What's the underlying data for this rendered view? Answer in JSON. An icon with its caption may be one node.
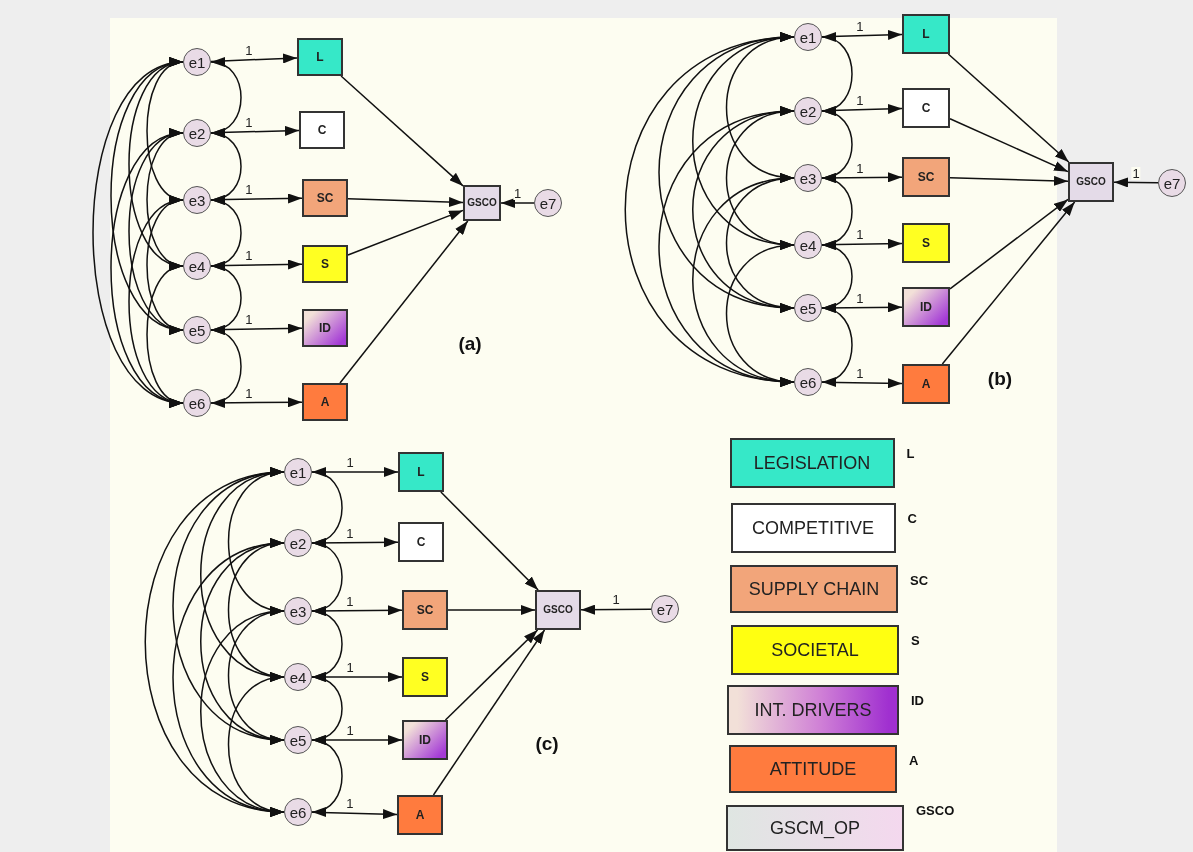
{
  "diagram": {
    "nodes": [
      {
        "text": [
          "e1"
        ]
      },
      {
        "text": [
          "e2"
        ]
      },
      {
        "text": [
          "e3"
        ]
      },
      {
        "text": [
          "e4"
        ]
      },
      {
        "text": [
          "e5"
        ]
      },
      {
        "text": [
          "e6"
        ]
      },
      {
        "text": [
          "L"
        ]
      },
      {
        "text": [
          "C"
        ]
      },
      {
        "text": [
          "SC"
        ]
      },
      {
        "text": [
          "S"
        ]
      },
      {
        "text": [
          "ID"
        ]
      },
      {
        "text": [
          "A"
        ]
      },
      {
        "text": [
          "GSCO"
        ]
      },
      {
        "text": [
          "e7"
        ]
      },
      {
        "text": [
          "e1"
        ]
      },
      {
        "text": [
          "e2"
        ]
      },
      {
        "text": [
          "e3"
        ]
      },
      {
        "text": [
          "e4"
        ]
      },
      {
        "text": [
          "e5"
        ]
      },
      {
        "text": [
          "e6"
        ]
      },
      {
        "text": [
          "L"
        ]
      },
      {
        "text": [
          "C"
        ]
      },
      {
        "text": [
          "SC"
        ]
      },
      {
        "text": [
          "S"
        ]
      },
      {
        "text": [
          "ID"
        ]
      },
      {
        "text": [
          "A"
        ]
      },
      {
        "text": [
          "GSCO"
        ]
      },
      {
        "text": [
          "e7"
        ]
      },
      {
        "text": [
          "e1"
        ]
      },
      {
        "text": [
          "e2"
        ]
      },
      {
        "text": [
          "e3"
        ]
      },
      {
        "text": [
          "e4"
        ]
      },
      {
        "text": [
          "e5"
        ]
      },
      {
        "text": [
          "e6"
        ]
      },
      {
        "text": [
          "L"
        ]
      },
      {
        "text": [
          "C"
        ]
      },
      {
        "text": [
          "SC"
        ]
      },
      {
        "text": [
          "S"
        ]
      },
      {
        "text": [
          "ID"
        ]
      },
      {
        "text": [
          "A"
        ]
      },
      {
        "text": [
          "GSCO"
        ]
      },
      {
        "text": [
          "e7"
        ]
      },
      {
        "text": [
          "LEGISLATION"
        ],
        "beside": [
          "L"
        ]
      },
      {
        "text": [
          "COMPETITIVE"
        ],
        "beside": [
          "C"
        ]
      },
      {
        "text": [
          "SUPPLY CHAIN"
        ],
        "beside": [
          "SC"
        ]
      },
      {
        "text": [
          "SOCIETAL"
        ],
        "beside": [
          "S"
        ]
      },
      {
        "text": [
          "INT. DRIVERS"
        ],
        "beside": [
          "ID"
        ]
      },
      {
        "text": [
          "ATTITUDE"
        ],
        "beside": [
          "A"
        ]
      },
      {
        "text": [
          "GSCM_OP"
        ],
        "beside": [
          "GSCO"
        ]
      }
    ],
    "edges": [
      {
        "from": 0,
        "to": 6,
        "arrow": "to",
        "label": "1"
      },
      {
        "from": 1,
        "to": 7,
        "arrow": "to",
        "label": "1"
      },
      {
        "from": 2,
        "to": 8,
        "arrow": "to",
        "label": "1"
      },
      {
        "from": 3,
        "to": 9,
        "arrow": "to",
        "label": "1"
      },
      {
        "from": 4,
        "to": 10,
        "arrow": "to",
        "label": "1"
      },
      {
        "from": 5,
        "to": 11,
        "arrow": "to",
        "label": "1"
      },
      {
        "from": 6,
        "to": 12,
        "arrow": "to"
      },
      {
        "from": 8,
        "to": 12,
        "arrow": "to"
      },
      {
        "from": 9,
        "to": 12,
        "arrow": "to"
      },
      {
        "from": 11,
        "to": 12,
        "arrow": "to"
      },
      {
        "from": 13,
        "to": 12,
        "arrow": "to",
        "label": "1"
      },
      {
        "from": 0,
        "to": 1,
        "arrow": "both"
      },
      {
        "from": 1,
        "to": 2,
        "arrow": "both"
      },
      {
        "from": 2,
        "to": 3,
        "arrow": "both"
      },
      {
        "from": 3,
        "to": 4,
        "arrow": "both"
      },
      {
        "from": 4,
        "to": 5,
        "arrow": "both"
      },
      {
        "from": 0,
        "to": 2,
        "arrow": "both"
      },
      {
        "from": 0,
        "to": 3,
        "arrow": "both"
      },
      {
        "from": 0,
        "to": 4,
        "arrow": "both"
      },
      {
        "from": 0,
        "to": 5,
        "arrow": "both"
      },
      {
        "from": 1,
        "to": 3,
        "arrow": "both"
      },
      {
        "from": 1,
        "to": 4,
        "arrow": "both"
      },
      {
        "from": 1,
        "to": 5,
        "arrow": "both"
      },
      {
        "from": 2,
        "to": 4,
        "arrow": "both"
      },
      {
        "from": 2,
        "to": 5,
        "arrow": "both"
      },
      {
        "from": 3,
        "to": 5,
        "arrow": "both"
      },
      {
        "from": 14,
        "to": 20,
        "arrow": "to",
        "label": "1"
      },
      {
        "from": 15,
        "to": 21,
        "arrow": "to",
        "label": "1"
      },
      {
        "from": 16,
        "to": 22,
        "arrow": "to",
        "label": "1"
      },
      {
        "from": 17,
        "to": 23,
        "arrow": "to",
        "label": "1"
      },
      {
        "from": 18,
        "to": 24,
        "arrow": "to",
        "label": "1"
      },
      {
        "from": 19,
        "to": 25,
        "arrow": "to",
        "label": "1"
      },
      {
        "from": 20,
        "to": 26,
        "arrow": "to"
      },
      {
        "from": 21,
        "to": 26,
        "arrow": "to"
      },
      {
        "from": 22,
        "to": 26,
        "arrow": "to"
      },
      {
        "from": 24,
        "to": 26,
        "arrow": "to"
      },
      {
        "from": 25,
        "to": 26,
        "arrow": "to"
      },
      {
        "from": 27,
        "to": 26,
        "arrow": "to",
        "label": "1"
      },
      {
        "from": 14,
        "to": 15,
        "arrow": "both"
      },
      {
        "from": 15,
        "to": 16,
        "arrow": "both"
      },
      {
        "from": 16,
        "to": 17,
        "arrow": "both"
      },
      {
        "from": 17,
        "to": 18,
        "arrow": "both"
      },
      {
        "from": 18,
        "to": 19,
        "arrow": "both"
      },
      {
        "from": 14,
        "to": 16,
        "arrow": "both"
      },
      {
        "from": 14,
        "to": 17,
        "arrow": "both"
      },
      {
        "from": 14,
        "to": 18,
        "arrow": "both"
      },
      {
        "from": 14,
        "to": 19,
        "arrow": "both"
      },
      {
        "from": 15,
        "to": 17,
        "arrow": "both"
      },
      {
        "from": 15,
        "to": 18,
        "arrow": "both"
      },
      {
        "from": 15,
        "to": 19,
        "arrow": "both"
      },
      {
        "from": 16,
        "to": 18,
        "arrow": "both"
      },
      {
        "from": 16,
        "to": 19,
        "arrow": "both"
      },
      {
        "from": 17,
        "to": 19,
        "arrow": "both"
      },
      {
        "from": 28,
        "to": 34,
        "arrow": "to",
        "label": "1"
      },
      {
        "from": 29,
        "to": 35,
        "arrow": "to",
        "label": "1"
      },
      {
        "from": 30,
        "to": 36,
        "arrow": "to",
        "label": "1"
      },
      {
        "from": 31,
        "to": 37,
        "arrow": "to",
        "label": "1"
      },
      {
        "from": 32,
        "to": 38,
        "arrow": "to",
        "label": "1"
      },
      {
        "from": 33,
        "to": 39,
        "arrow": "to",
        "label": "1"
      },
      {
        "from": 34,
        "to": 40,
        "arrow": "to"
      },
      {
        "from": 36,
        "to": 40,
        "arrow": "to"
      },
      {
        "from": 38,
        "to": 40,
        "arrow": "to"
      },
      {
        "from": 39,
        "to": 40,
        "arrow": "to"
      },
      {
        "from": 41,
        "to": 40,
        "arrow": "to",
        "label": "1"
      },
      {
        "from": 28,
        "to": 29,
        "arrow": "both"
      },
      {
        "from": 29,
        "to": 30,
        "arrow": "both"
      },
      {
        "from": 30,
        "to": 31,
        "arrow": "both"
      },
      {
        "from": 31,
        "to": 32,
        "arrow": "both"
      },
      {
        "from": 32,
        "to": 33,
        "arrow": "both"
      },
      {
        "from": 28,
        "to": 30,
        "arrow": "both"
      },
      {
        "from": 28,
        "to": 31,
        "arrow": "both"
      },
      {
        "from": 28,
        "to": 32,
        "arrow": "both"
      },
      {
        "from": 28,
        "to": 33,
        "arrow": "both"
      },
      {
        "from": 29,
        "to": 31,
        "arrow": "both"
      },
      {
        "from": 29,
        "to": 32,
        "arrow": "both"
      },
      {
        "from": 29,
        "to": 33,
        "arrow": "both"
      },
      {
        "from": 30,
        "to": 32,
        "arrow": "both"
      },
      {
        "from": 30,
        "to": 33,
        "arrow": "both"
      },
      {
        "from": 31,
        "to": 33,
        "arrow": "both"
      }
    ],
    "labels": [
      "(a)",
      "(b)",
      "(c)"
    ]
  }
}
